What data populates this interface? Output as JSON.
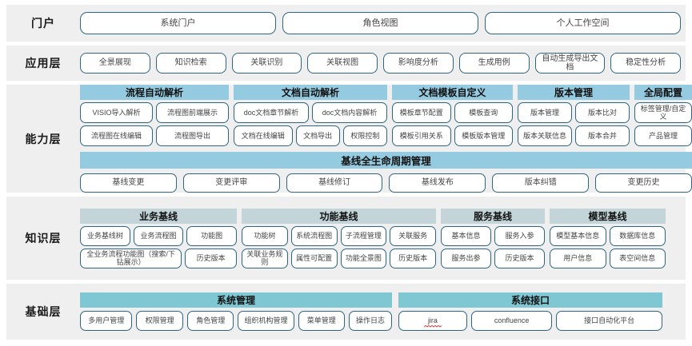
{
  "colors": {
    "band_bg": "#efefef",
    "pill_border": "#2e6680",
    "header_blue": "#95cbe0",
    "header_gray": "#c3d5d9",
    "header_cyan": "#7fc8d3",
    "text": "#444444"
  },
  "layers": [
    {
      "label": "门户",
      "items": [
        "系统门户",
        "角色视图",
        "个人工作空间"
      ]
    },
    {
      "label": "应用层",
      "items": [
        "全景展现",
        "知识检索",
        "关联识别",
        "关联视图",
        "影响度分析",
        "生成用例",
        "自动生成导出文档",
        "稳定性分析"
      ]
    },
    {
      "label": "能力层",
      "groups": [
        {
          "title": "流程自动解析",
          "rows": [
            [
              "VISIO导入解析",
              "流程图前端展示"
            ],
            [
              "流程图在线编辑",
              "流程图导出"
            ]
          ]
        },
        {
          "title": "文档自动解析",
          "rows": [
            [
              "doc文档章节解析",
              "doc文档内容解析"
            ],
            [
              "文档在线编辑",
              "文档导出",
              "权限控制"
            ]
          ]
        },
        {
          "title": "文档模板自定义",
          "rows": [
            [
              "模板章节配置",
              "模板查询"
            ],
            [
              "模板引用关系",
              "模板版本管理"
            ]
          ]
        },
        {
          "title": "版本管理",
          "rows": [
            [
              "版本管理",
              "版本比对"
            ],
            [
              "版本关联信息",
              "版本合并"
            ]
          ]
        },
        {
          "title": "全局配置",
          "rows": [
            [
              "标签管理/自定义"
            ],
            [
              "产品管理"
            ]
          ]
        }
      ],
      "banner": "基线全生命周期管理",
      "banner_items": [
        "基线变更",
        "变更评审",
        "基线修订",
        "基线发布",
        "版本纠错",
        "变更历史"
      ]
    },
    {
      "label": "知识层",
      "groups": [
        {
          "title": "业务基线",
          "rows": [
            [
              "业务基线树",
              "业务流程图",
              "功能图"
            ],
            [
              "全业务流程功能图（搜索/下钻展示）",
              "历史版本"
            ]
          ]
        },
        {
          "title": "功能基线",
          "rows": [
            [
              "功能树",
              "系统流程图",
              "子流程管理",
              "关联服务"
            ],
            [
              "关联业务规则",
              "属性可配置",
              "功能全景图",
              "历史版本"
            ]
          ]
        },
        {
          "title": "服务基线",
          "rows": [
            [
              "基本信息",
              "服务入参"
            ],
            [
              "服务出参",
              "历史版本"
            ]
          ]
        },
        {
          "title": "模型基线",
          "rows": [
            [
              "模型基本信息",
              "数据库信息"
            ],
            [
              "用户信息",
              "表空间信息"
            ]
          ]
        }
      ]
    },
    {
      "label": "基础层",
      "groups": [
        {
          "title": "系统管理",
          "rows": [
            [
              "多用户管理",
              "权限管理",
              "角色管理",
              "组织机构管理",
              "菜单管理",
              "操作日志"
            ]
          ]
        },
        {
          "title": "系统接口",
          "rows": [
            [
              "jira",
              "confluence",
              "接口自动化平台"
            ]
          ]
        }
      ]
    }
  ]
}
